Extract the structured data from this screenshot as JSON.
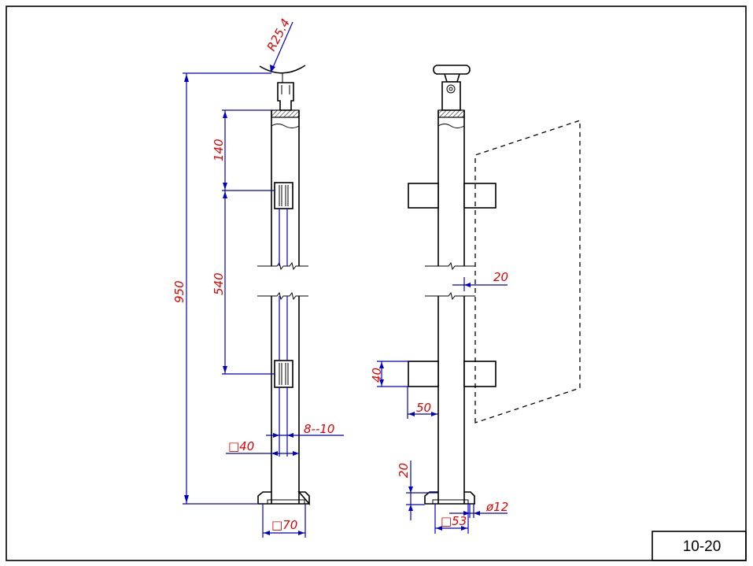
{
  "drawing": {
    "id": "10-20",
    "dimensions": {
      "radius": "R25.4",
      "total_height": "950",
      "top_to_clamp": "140",
      "clamp_spacing": "540",
      "glass_thickness": "8--10",
      "post_size": "□40",
      "base_size": "□70",
      "glass_offset": "20",
      "bar_height": "40",
      "bar_length": "50",
      "base_height": "20",
      "bolt_spacing": "□53",
      "bolt_diameter": "ø12"
    },
    "colors": {
      "dimension_line": "#0000c8",
      "dimension_text": "#e00000",
      "outline": "#000000"
    }
  }
}
